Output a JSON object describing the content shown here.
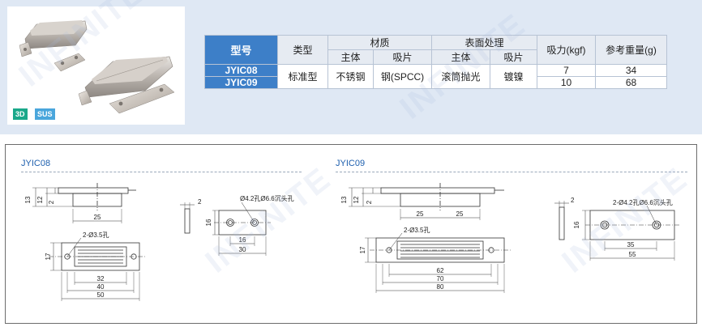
{
  "badges": {
    "three_d": "3D",
    "sus": "SUS"
  },
  "table": {
    "header": {
      "model": "型号",
      "type": "类型",
      "material": "材质",
      "finish": "表面处理",
      "force": "吸力(kgf)",
      "weight": "参考重量(g)",
      "body": "主体",
      "plate": "吸片",
      "finish_body": "主体",
      "finish_plate": "吸片"
    },
    "rows": [
      {
        "model": "JYIC08",
        "force": "7",
        "weight": "34"
      },
      {
        "model": "JYIC09",
        "force": "10",
        "weight": "68"
      }
    ],
    "shared": {
      "type": "标准型",
      "body_material": "不锈钢",
      "plate_material": "钢(SPCC)",
      "body_finish": "滚筒抛光",
      "plate_finish": "镀镍"
    }
  },
  "drawings": {
    "jyic08": {
      "title": "JYIC08",
      "dims": {
        "h13": "13",
        "h12": "12",
        "h2": "2",
        "w25": "25",
        "hole_note": "2-Ø3.5孔",
        "h17": "17",
        "w32": "32",
        "w40": "40",
        "w50": "50"
      },
      "plate": {
        "t2": "2",
        "hole_note": "Ø4.2孔Ø6.6沉头孔",
        "h16": "16",
        "w16": "16",
        "w30": "30"
      }
    },
    "jyic09": {
      "title": "JYIC09",
      "dims": {
        "h13": "13",
        "h12": "12",
        "h2": "2",
        "w25a": "25",
        "w25b": "25",
        "hole_note": "2-Ø3.5孔",
        "h17": "17",
        "w62": "62",
        "w70": "70",
        "w80": "80"
      },
      "plate": {
        "t2": "2",
        "hole_note": "2-Ø4.2孔Ø6.6沉头孔",
        "h16": "16",
        "w35": "35",
        "w55": "55"
      }
    }
  },
  "watermark": "INFINITE"
}
